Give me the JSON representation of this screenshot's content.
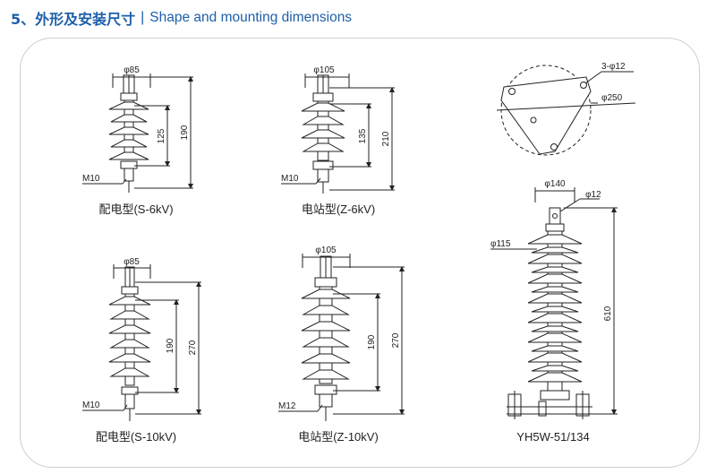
{
  "header": {
    "number_title": "5、外形及安装尺寸",
    "english_title": "Shape and mounting dimensions"
  },
  "figures": [
    {
      "caption": "配电型(S-6kV)",
      "dia_top": "φ85",
      "bolt": "M10",
      "dims": [
        "125",
        "190"
      ]
    },
    {
      "caption": "电站型(Z-6kV)",
      "dia_top": "φ105",
      "bolt": "M10",
      "dims": [
        "135",
        "210"
      ]
    },
    {
      "caption": "配电型(S-10kV)",
      "dia_top": "φ85",
      "bolt": "M10",
      "dims": [
        "190",
        "270"
      ]
    },
    {
      "caption": "电站型(Z-10kV)",
      "dia_top": "φ105",
      "bolt": "M12",
      "dims": [
        "190",
        "270"
      ]
    },
    {
      "caption": "YH5W-51/134",
      "dia_top": "φ140",
      "hole": "φ12",
      "shed_dia": "φ115",
      "dims": [
        "610"
      ]
    }
  ],
  "mounting_base": {
    "holes": "3-φ12",
    "circle": "φ250"
  },
  "colors": {
    "title_blue": "#1d5faa",
    "line": "#222222",
    "panel_border": "#cfcfcf"
  }
}
